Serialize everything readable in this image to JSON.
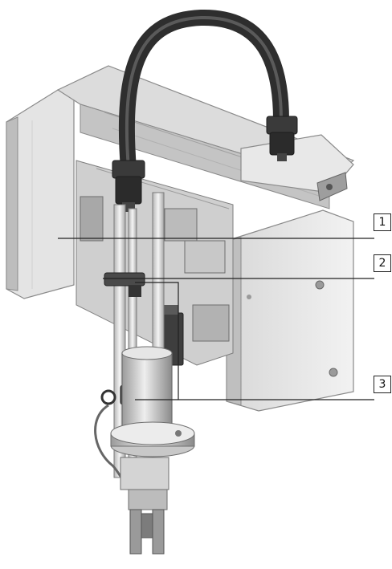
{
  "figure": {
    "callouts": [
      {
        "id": "1",
        "label": "1"
      },
      {
        "id": "2",
        "label": "2"
      },
      {
        "id": "3",
        "label": "3"
      }
    ],
    "colors": {
      "background": "#ffffff",
      "metal_light": "#e9e9e9",
      "metal_mid": "#c9c9c9",
      "metal_dark": "#8e8e8e",
      "cable": "#2f2f2f",
      "leader_line": "#222222"
    }
  }
}
